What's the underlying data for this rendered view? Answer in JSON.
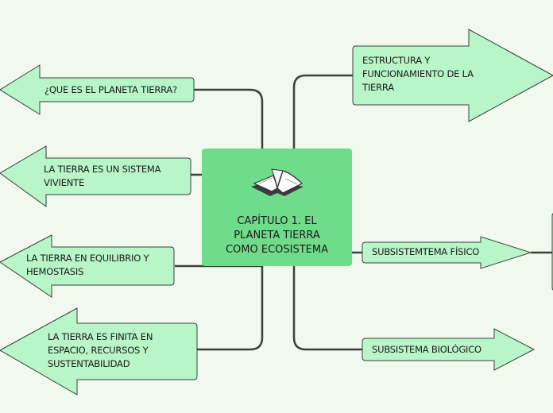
{
  "central": {
    "title": "CAPÍTULO 1. EL\nPLANETA TIERRA\nCOMO ECOSISTEMA",
    "icon": "open-book-icon"
  },
  "left_topics": [
    {
      "label": "¿QUE ES EL PLANETA TIERRA?"
    },
    {
      "label": "LA TIERRA ES UN SISTEMA VIVIENTE"
    },
    {
      "label": "LA TIERRA EN EQUILIBRIO Y HEMOSTASIS"
    },
    {
      "label": "LA TIERRA ES FINITA EN ESPACIO, RECURSOS Y SUSTENTABILIDAD"
    }
  ],
  "right_topics": [
    {
      "label": "ESTRUCTURA Y FUNCIONAMIENTO DE LA TIERRA"
    },
    {
      "label": "SUBSISTEMTEMA FÍSICO"
    },
    {
      "label": "SUBSISTEMA BIOLÓGICO"
    }
  ],
  "colors": {
    "background": "#f1f8ee",
    "central_fill": "#6fdc8c",
    "topic_fill": "#b8f5c8",
    "connector": "#37423c"
  }
}
